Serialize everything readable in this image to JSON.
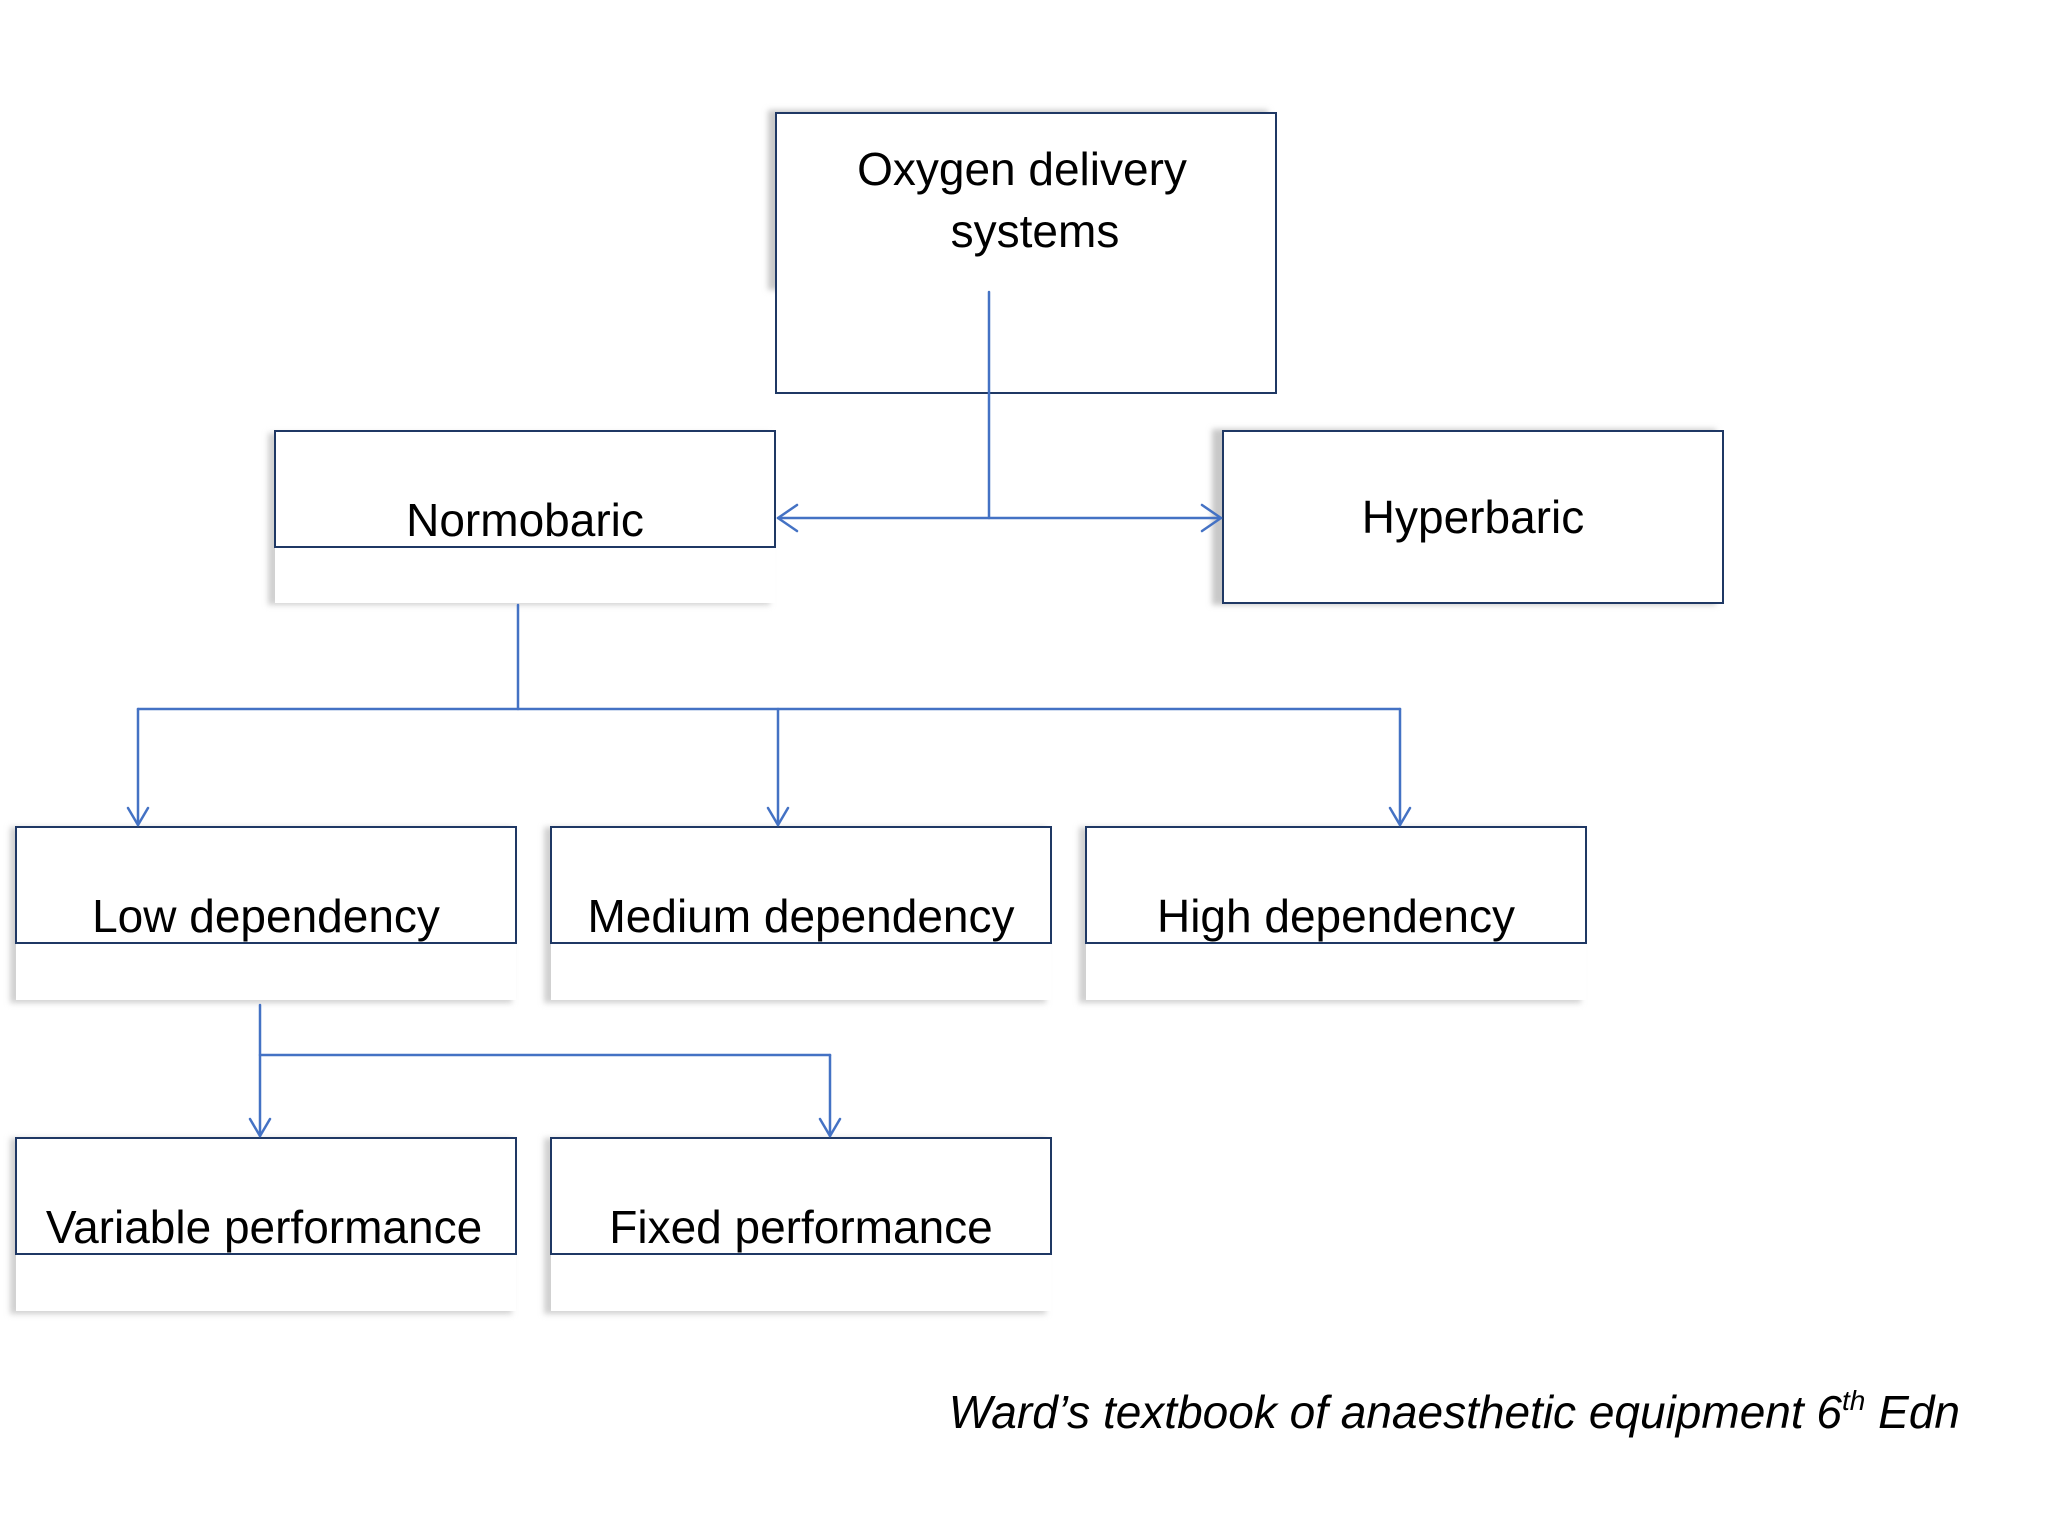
{
  "colors": {
    "box_border": "#1f3864",
    "connector": "#4472c4",
    "shadow": "#bfbfbf",
    "text": "#000000"
  },
  "nodes": {
    "root": {
      "line1": "Oxygen delivery",
      "line2": "systems"
    },
    "normobaric": {
      "label": "Normobaric"
    },
    "hyperbaric": {
      "label": "Hyperbaric"
    },
    "low": {
      "label": "Low dependency"
    },
    "medium": {
      "label": "Medium dependency"
    },
    "high": {
      "label": "High dependency"
    },
    "variable": {
      "label": "Variable performance"
    },
    "fixed": {
      "label": "Fixed performance"
    }
  },
  "edges": [
    {
      "from": "root",
      "to": "normobaric"
    },
    {
      "from": "root",
      "to": "hyperbaric"
    },
    {
      "from": "normobaric",
      "to": "low"
    },
    {
      "from": "normobaric",
      "to": "medium"
    },
    {
      "from": "normobaric",
      "to": "high"
    },
    {
      "from": "low",
      "to": "variable"
    },
    {
      "from": "low",
      "to": "fixed"
    }
  ],
  "caption": {
    "text": "Ward’s textbook of anaesthetic equipment 6",
    "superscript": "th",
    "suffix": " Edn"
  }
}
